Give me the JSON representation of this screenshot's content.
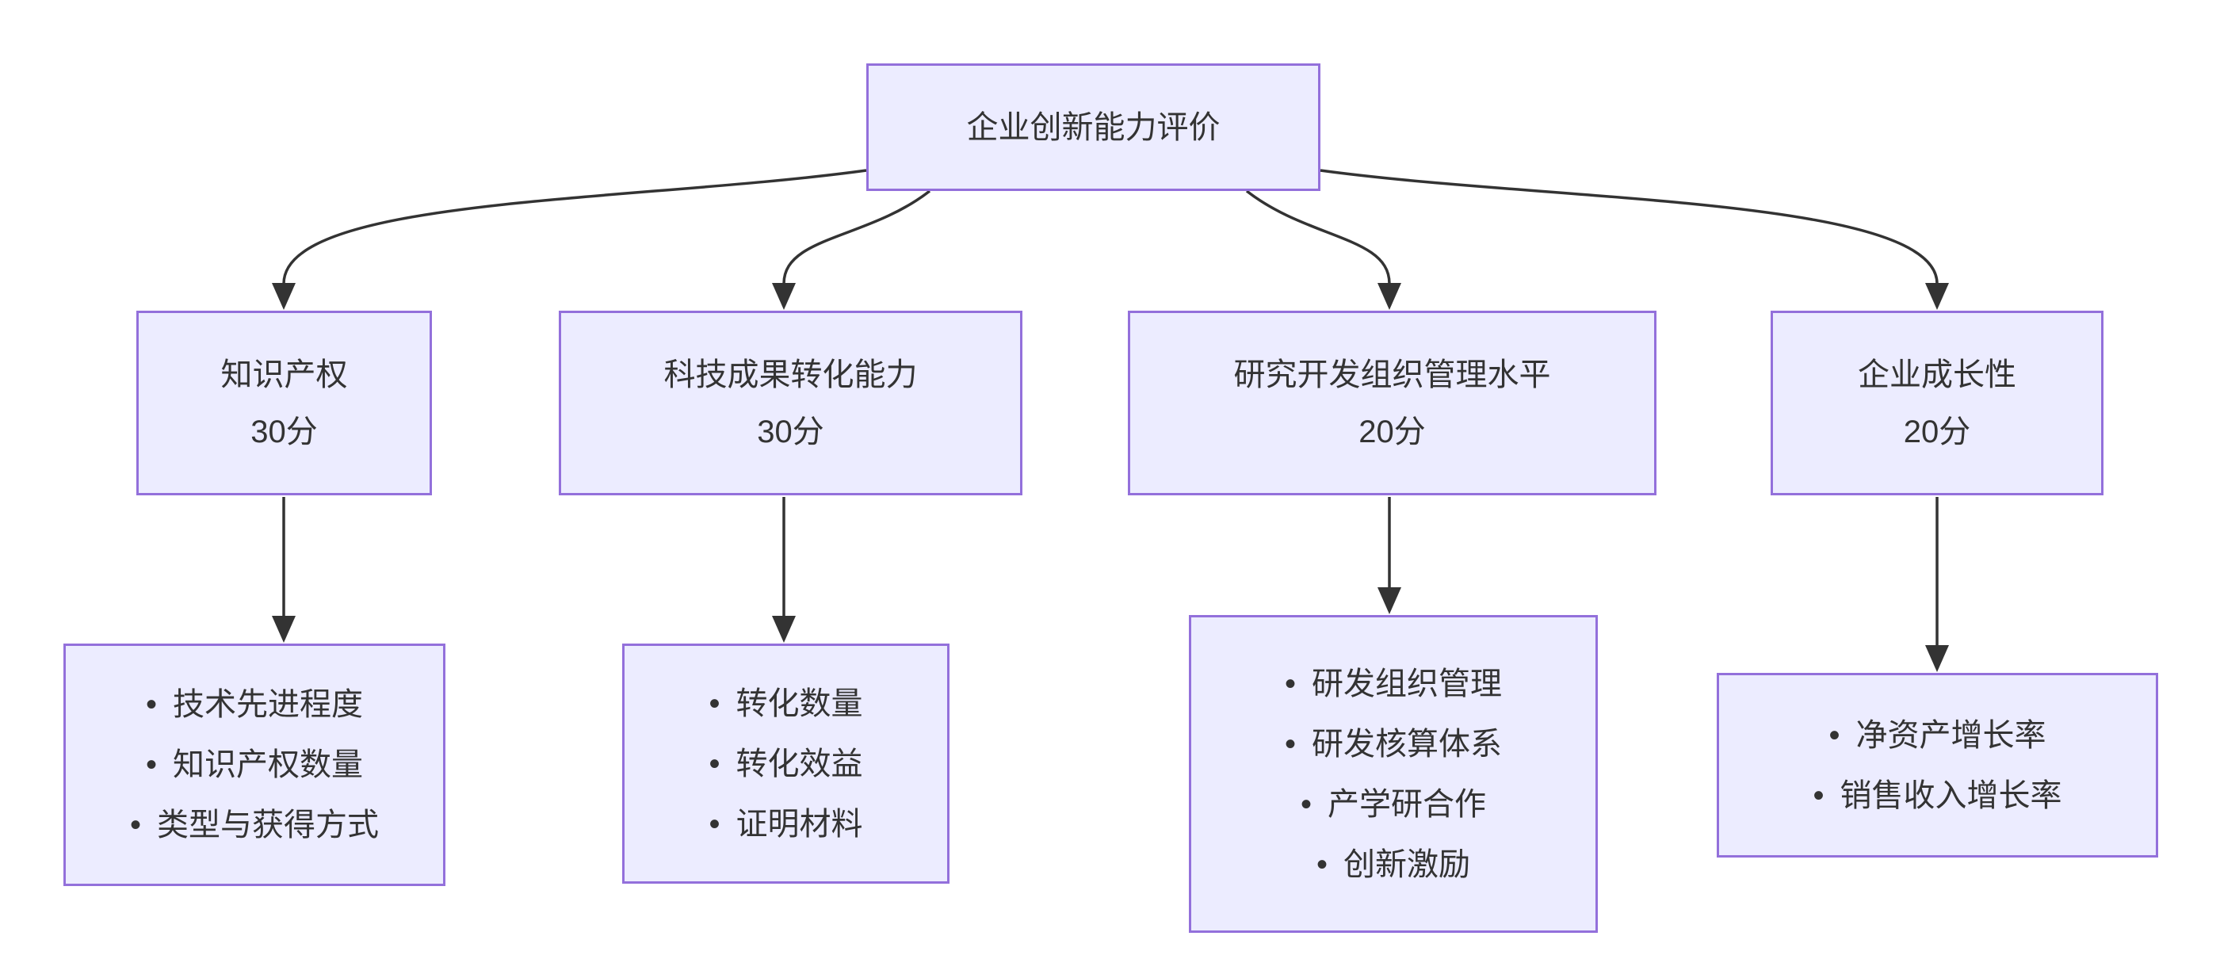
{
  "diagram": {
    "bullet": "•",
    "colors": {
      "node_fill": "#ECECFF",
      "node_border": "#9370DB",
      "text": "#333333",
      "edge": "#333333",
      "background": "#FFFFFF"
    },
    "root": {
      "label": "企业创新能力评价"
    },
    "branches": [
      {
        "name": "知识产权",
        "score": "30分",
        "items": [
          "技术先进程度",
          "知识产权数量",
          "类型与获得方式"
        ]
      },
      {
        "name": "科技成果转化能力",
        "score": "30分",
        "items": [
          "转化数量",
          "转化效益",
          "证明材料"
        ]
      },
      {
        "name": "研究开发组织管理水平",
        "score": "20分",
        "items": [
          "研发组织管理",
          "研发核算体系",
          "产学研合作",
          "创新激励"
        ]
      },
      {
        "name": "企业成长性",
        "score": "20分",
        "items": [
          "净资产增长率",
          "销售收入增长率"
        ]
      }
    ]
  }
}
